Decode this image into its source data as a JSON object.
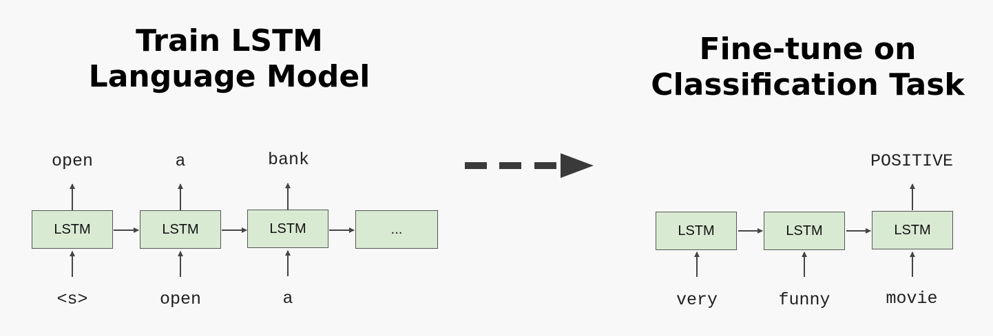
{
  "left": {
    "title_line1": "Train LSTM",
    "title_line2": "Language Model",
    "cells": [
      "LSTM",
      "LSTM",
      "LSTM",
      "..."
    ],
    "outputs": [
      "open",
      "a",
      "bank"
    ],
    "inputs": [
      "<s>",
      "open",
      "a"
    ]
  },
  "right": {
    "title_line1": "Fine-tune on",
    "title_line2": "Classification Task",
    "cells": [
      "LSTM",
      "LSTM",
      "LSTM"
    ],
    "output": "POSITIVE",
    "inputs": [
      "very",
      "funny",
      "movie"
    ]
  },
  "colors": {
    "cell_fill": "#d9ead3",
    "cell_border": "#555555",
    "arrow": "#444444",
    "big_arrow": "#3a3a3a"
  }
}
